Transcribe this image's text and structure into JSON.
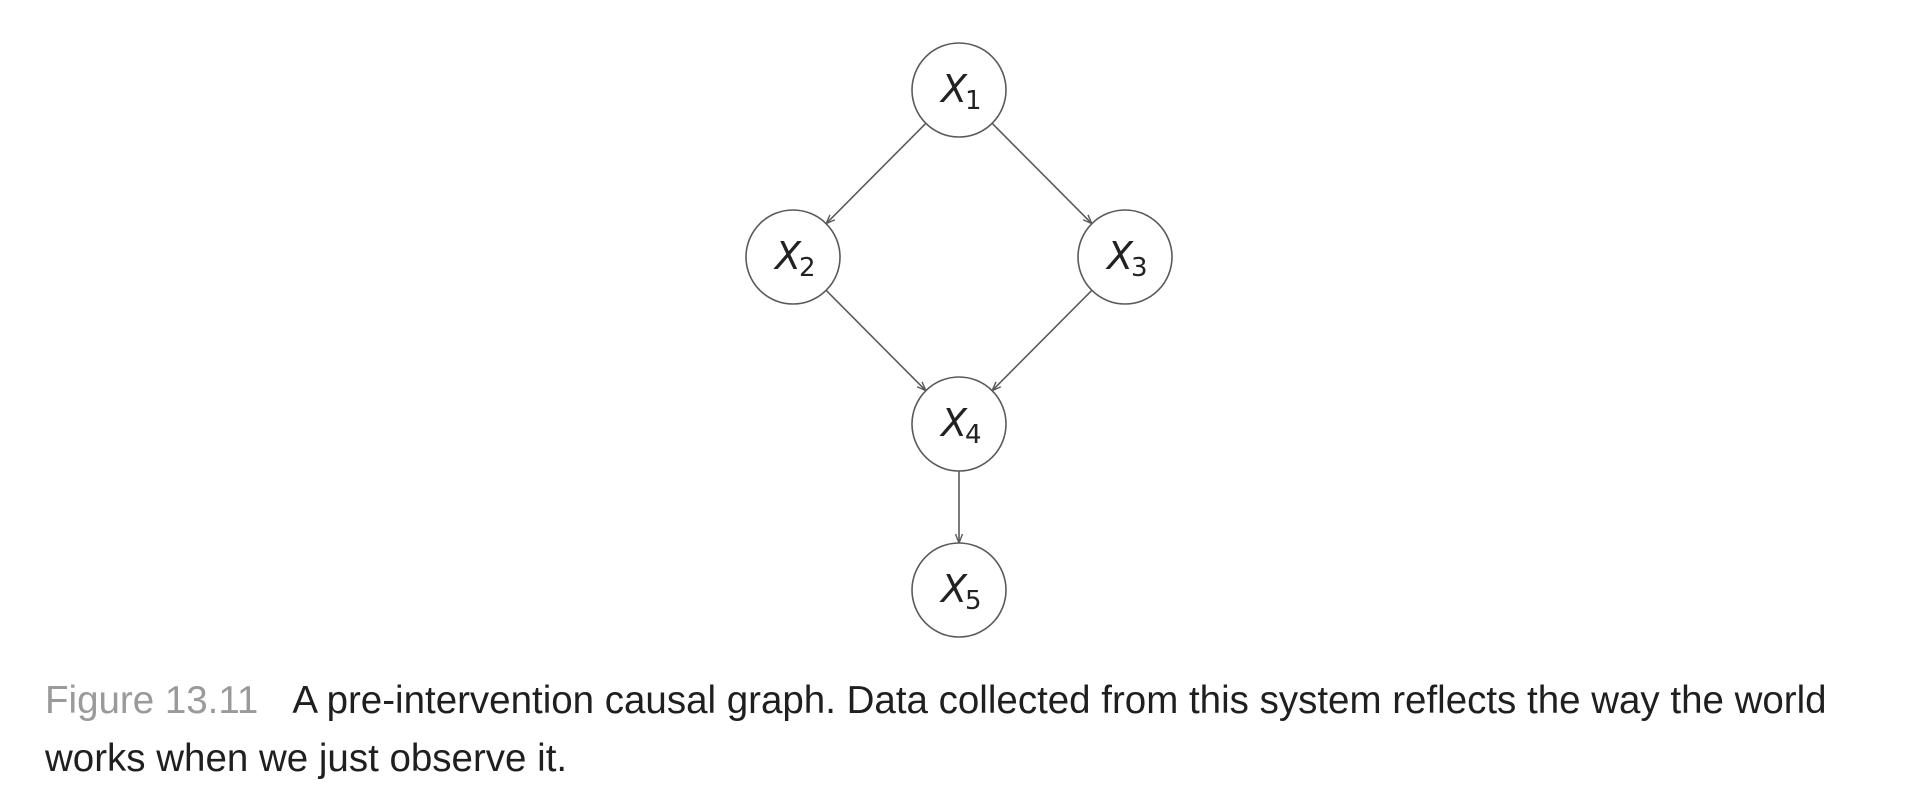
{
  "diagram": {
    "nodes": [
      {
        "id": "x1",
        "label": "X",
        "sub": "1"
      },
      {
        "id": "x2",
        "label": "X",
        "sub": "2"
      },
      {
        "id": "x3",
        "label": "X",
        "sub": "3"
      },
      {
        "id": "x4",
        "label": "X",
        "sub": "4"
      },
      {
        "id": "x5",
        "label": "X",
        "sub": "5"
      }
    ],
    "edges": [
      {
        "from": "x1",
        "to": "x2"
      },
      {
        "from": "x1",
        "to": "x3"
      },
      {
        "from": "x2",
        "to": "x4"
      },
      {
        "from": "x3",
        "to": "x4"
      },
      {
        "from": "x4",
        "to": "x5"
      }
    ],
    "colors": {
      "stroke": "#5a5a5a",
      "text": "#222222",
      "figure_label": "#9a9a9a"
    }
  },
  "caption": {
    "figure_label": "Figure 13.11",
    "text": "A pre-intervention causal graph. Data collected from this system reflects the way the world works when we just observe it."
  }
}
